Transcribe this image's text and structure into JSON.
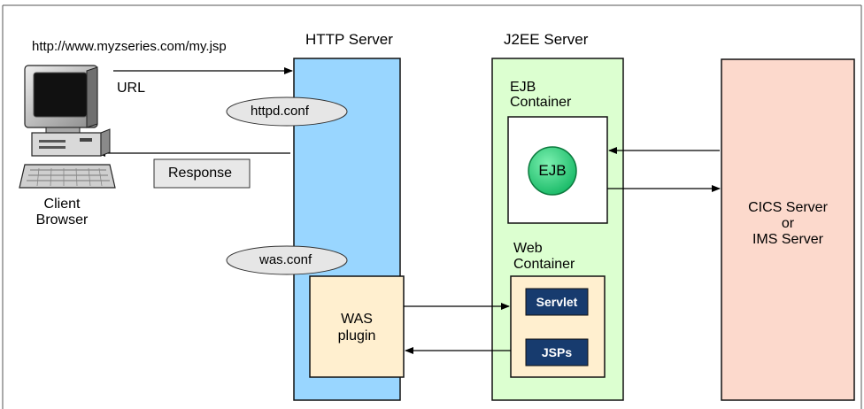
{
  "url_text": "http://www.myzseries.com/my.jsp",
  "url_label": "URL",
  "http_server": {
    "title": "HTTP Server",
    "httpd_conf": "httpd.conf",
    "was_conf": "was.conf",
    "was_plugin": [
      "WAS",
      "plugin"
    ]
  },
  "j2ee_server": {
    "title": "J2EE Server",
    "ejb_container": [
      "EJB",
      "Container"
    ],
    "ejb": "EJB",
    "web_container": [
      "Web",
      "Container"
    ],
    "servlet": "Servlet",
    "jsps": "JSPs"
  },
  "response_label": "Response",
  "client": [
    "Client",
    "Browser"
  ],
  "backend": [
    "CICS Server",
    "or",
    "IMS Server"
  ],
  "colors": {
    "http_fill": "#99d6ff",
    "j2ee_fill": "#dcffd0",
    "backend_fill": "#fcd9cc",
    "plugin_fill": "#ffefcf",
    "ejb_fill": "#27d27a",
    "servlet_fill": "#173b6e"
  }
}
